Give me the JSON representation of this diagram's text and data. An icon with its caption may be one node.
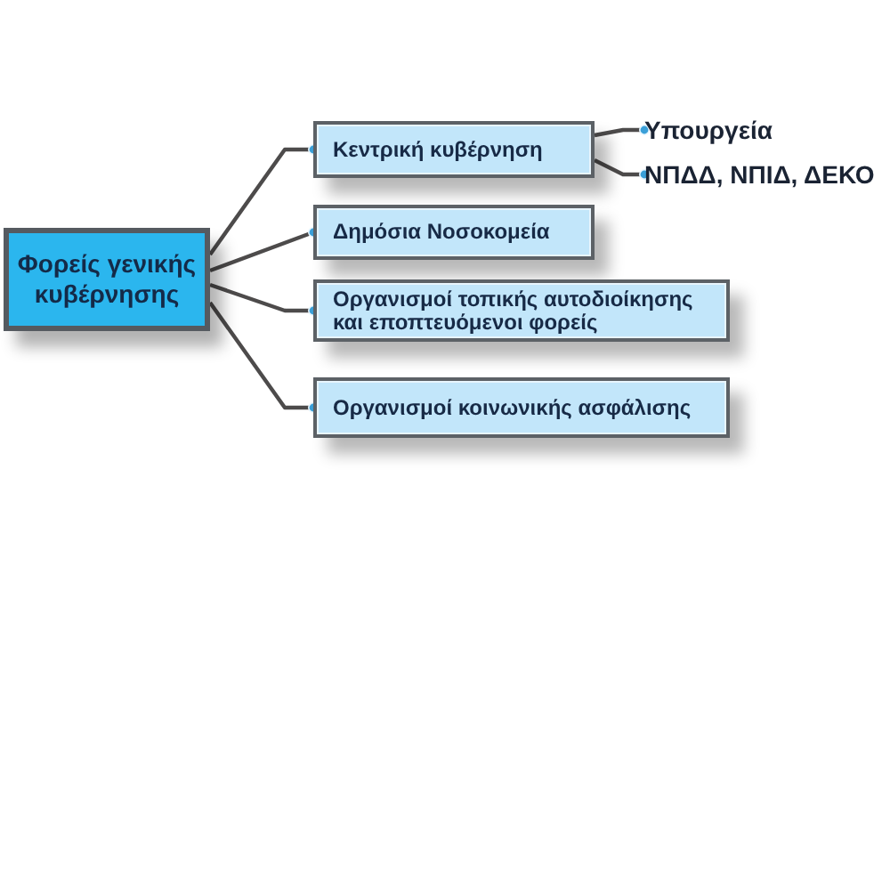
{
  "diagram": {
    "nodes": [
      {
        "text": [
          "Φορείς γενικής κυβέρνησης"
        ]
      },
      {
        "text": [
          "Κεντρική κυβέρνηση"
        ]
      },
      {
        "text": [
          "Δημόσια Νοσοκομεία"
        ]
      },
      {
        "text": [
          "Οργανισμοί τοπικής αυτοδιοίκησης και εποπτευόμενοι φορείς"
        ]
      },
      {
        "text": [
          "Οργανισμοί κοινωνικής ασφάλισης"
        ]
      },
      {
        "text": [
          "Υπουργεία"
        ]
      },
      {
        "text": [
          "ΝΠΔΔ, ΝΠΙΔ, ΔΕΚΟ"
        ]
      }
    ],
    "edges": [
      {
        "from": 0,
        "to": 1,
        "arrow": "other"
      },
      {
        "from": 0,
        "to": 2,
        "arrow": "other"
      },
      {
        "from": 0,
        "to": 3,
        "arrow": "other"
      },
      {
        "from": 0,
        "to": 4,
        "arrow": "other"
      },
      {
        "from": 1,
        "to": 5,
        "arrow": "other"
      },
      {
        "from": 1,
        "to": 6,
        "arrow": "other"
      }
    ]
  }
}
